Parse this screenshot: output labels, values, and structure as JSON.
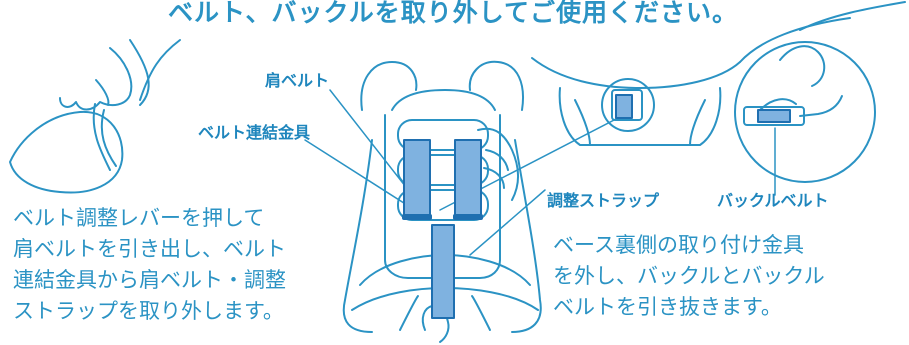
{
  "title": "ベルト、バックルを取り外してご使用ください。",
  "labels": {
    "shoulder_belt": "肩ベルト",
    "belt_connector": "ベルト連結金具",
    "adjust_strap": "調整ストラップ",
    "buckle_belt": "バックルベルト"
  },
  "instructions": {
    "left": "ベルト調整レバーを押して\n肩ベルトを引き出し、ベルト\n連結金具から肩ベルト・調整\nストラップを取り外します。",
    "right": "ベース裏側の取り付け金具\nを外し、バックルとバックル\nベルトを引き抜きます。"
  },
  "colors": {
    "line": "#2b93c4",
    "belt_fill": "#7fb2e0",
    "belt_stroke": "#1f6fb0",
    "text": "#2b93c4"
  }
}
